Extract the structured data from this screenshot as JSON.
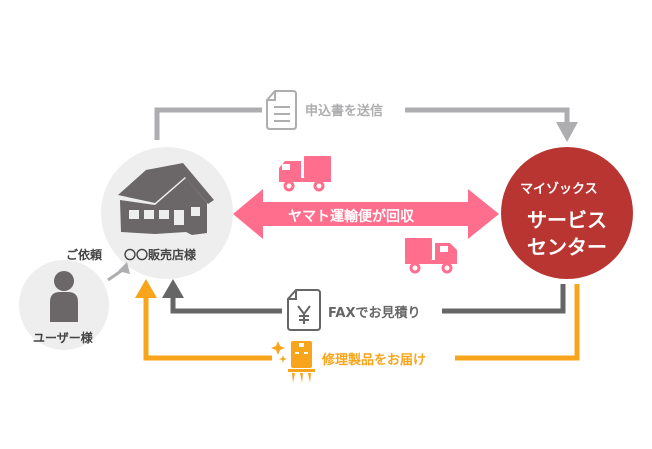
{
  "colors": {
    "grey_light": "#aeaeb0",
    "grey_dark": "#666667",
    "pink": "#ff6e8c",
    "red": "#b93531",
    "orange": "#f9a51b",
    "circle_bg": "#eeeeee",
    "house": "#6b6768",
    "text_dark": "#444444",
    "white": "#ffffff"
  },
  "nodes": {
    "user": {
      "label": "ユーザー様",
      "icon": "person-icon"
    },
    "store": {
      "label": "〇〇販売店様",
      "icon": "house-icon"
    },
    "center": {
      "line1": "マイゾックス",
      "line2": "サービス",
      "line3": "センター"
    }
  },
  "flows": {
    "request": {
      "label": "ご依頼"
    },
    "application": {
      "label": "申込書を送信",
      "icon": "document-icon"
    },
    "pickup": {
      "label": "ヤマト運輸便が回収",
      "icon": "truck-icon"
    },
    "estimate": {
      "label": "FAXでお見積り",
      "icon": "yen-document-icon"
    },
    "delivery": {
      "label": "修理製品をお届け",
      "icon": "laser-level-icon"
    }
  }
}
